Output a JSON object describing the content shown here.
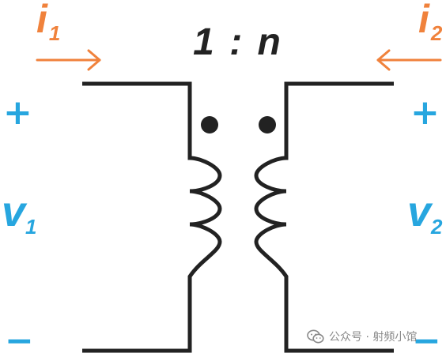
{
  "diagram": {
    "ratio_label": "1 : n",
    "primary": {
      "current_symbol": "i",
      "current_subscript": "1",
      "voltage_symbol": "v",
      "voltage_subscript": "1",
      "plus": "+",
      "minus": "−"
    },
    "secondary": {
      "current_symbol": "i",
      "current_subscript": "2",
      "voltage_symbol": "v",
      "voltage_subscript": "2",
      "plus": "+",
      "minus": "−"
    },
    "watermark_text": "公众号 · 射频小馆"
  },
  "colors": {
    "wire": "#222222",
    "current": "#f0823c",
    "voltage": "#27a6df",
    "watermark": "#8a8a8a"
  },
  "icons": {
    "current_arrow": "arrow-right-icon",
    "polarity_dot": "dot-icon",
    "watermark": "wechat-icon"
  }
}
